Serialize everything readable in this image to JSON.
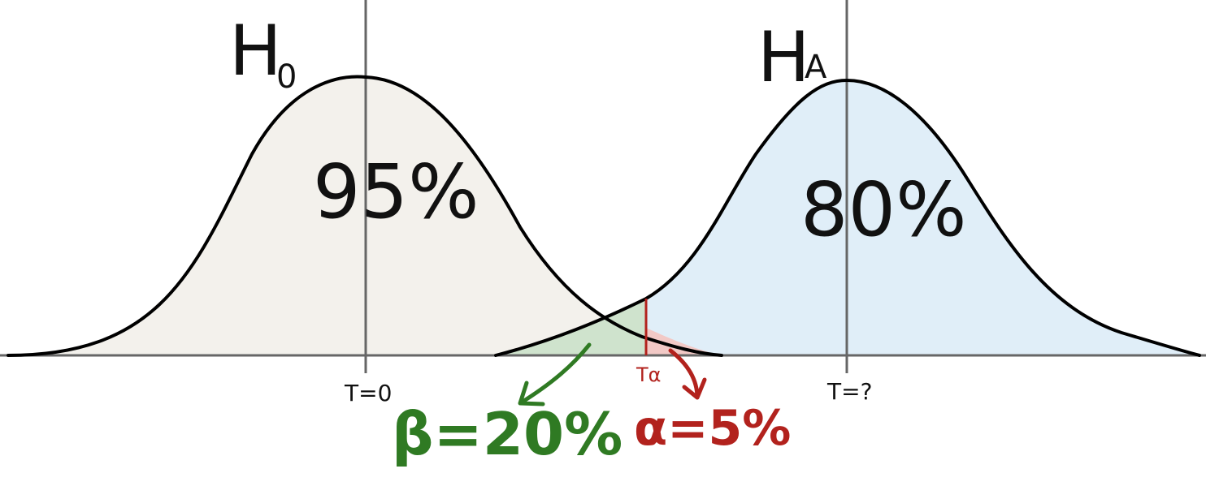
{
  "diagram": {
    "null_hypothesis": {
      "label": "H",
      "subscript": "0",
      "area_label": "95%",
      "center_tick": "T=0"
    },
    "alt_hypothesis": {
      "label": "H",
      "subscript": "A",
      "area_label": "80%",
      "center_tick": "T=?"
    },
    "critical_value": {
      "label": "Tα"
    },
    "beta": {
      "label": "β=20%",
      "region_color": "#cfe3cd"
    },
    "alpha": {
      "label": "α=5%",
      "region_color": "#f2c9c6"
    },
    "colors": {
      "null_fill": "#f3f1ec",
      "alt_fill": "#e0eef8",
      "outline": "#000000",
      "axis_lines": "#666666",
      "beta_text": "#2f7a23",
      "alpha_text": "#b2221d"
    }
  }
}
